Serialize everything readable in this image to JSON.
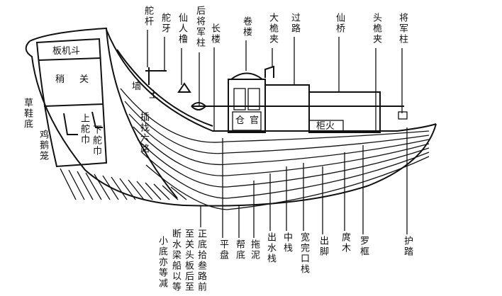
{
  "diagram": {
    "top_labels": [
      "舵杆",
      "舵牙",
      "仙人橹",
      "后将军柱",
      "长楼",
      "卷楼",
      "大桅夹",
      "过路",
      "仙桥",
      "头桅夹",
      "将军柱"
    ],
    "bottom_labels": [
      "小底亦等减",
      "断水梁船以等",
      "至关头板后至",
      "正底拾叁路前",
      "平盘",
      "帮底",
      "拖泥",
      "出水栈",
      "中栈",
      "宽完口栈",
      "出脚",
      "庹木",
      "罗框",
      "护踏"
    ],
    "left_labels": [
      "草鞋底",
      "鸡鹅笼"
    ],
    "inner_labels": {
      "banjidou": "板机斗",
      "shao": "稍",
      "guan": "关",
      "shang_tuojin": "上舵巾",
      "xia_tuojin": "下舵巾",
      "qiang": "墙",
      "tu": "土",
      "chazhao": "插找六路",
      "cang": "仓",
      "guan2": "官",
      "guihuo": "柜火"
    }
  }
}
